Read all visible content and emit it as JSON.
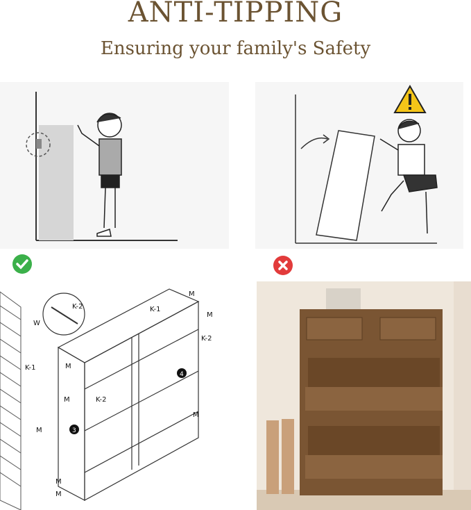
{
  "header": {
    "title": "ANTI-TIPPING",
    "subtitle": "Ensuring your family's Safety"
  },
  "panels": {
    "correct": {
      "status_icon": "check-circle-icon"
    },
    "incorrect": {
      "status_icon": "cross-circle-icon",
      "warning_icon": "warning-triangle-icon"
    },
    "assembly": {
      "labels": [
        "W",
        "K-2",
        "K-1",
        "M",
        "K-2",
        "K-1",
        "M",
        "K-2",
        "M",
        "M",
        "M",
        "M",
        "M",
        "M"
      ],
      "step_numbers": [
        "3",
        "4"
      ]
    },
    "photo": {
      "description_icon": "shoe-cabinet-photo"
    }
  },
  "colors": {
    "accent_brown": "#6b5332",
    "check_green": "#3bb04a",
    "cross_red": "#e23b3b",
    "warning_yellow": "#f5c518"
  }
}
